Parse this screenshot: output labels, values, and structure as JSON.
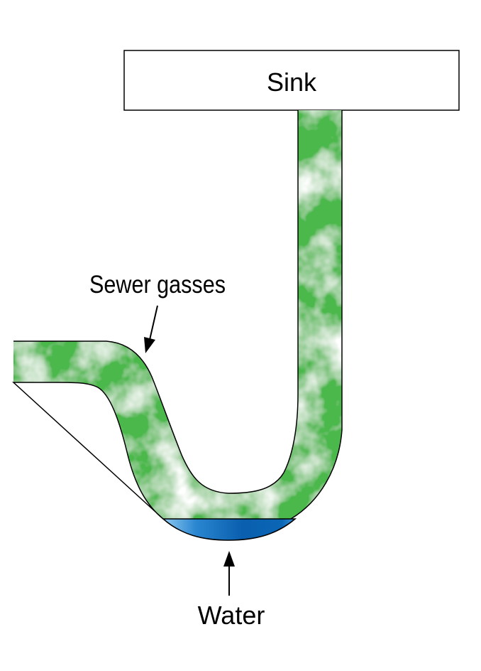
{
  "labels": {
    "sink": "Sink",
    "sewer_gasses": "Sewer gasses",
    "water": "Water"
  },
  "colors": {
    "pipe_outline": "#000000",
    "gas_green": "#4cb84c",
    "gas_light": "#e6f2e6",
    "water_dark": "#0a5fae",
    "water_light": "#7cc0ef",
    "sink_fill": "#ffffff"
  }
}
